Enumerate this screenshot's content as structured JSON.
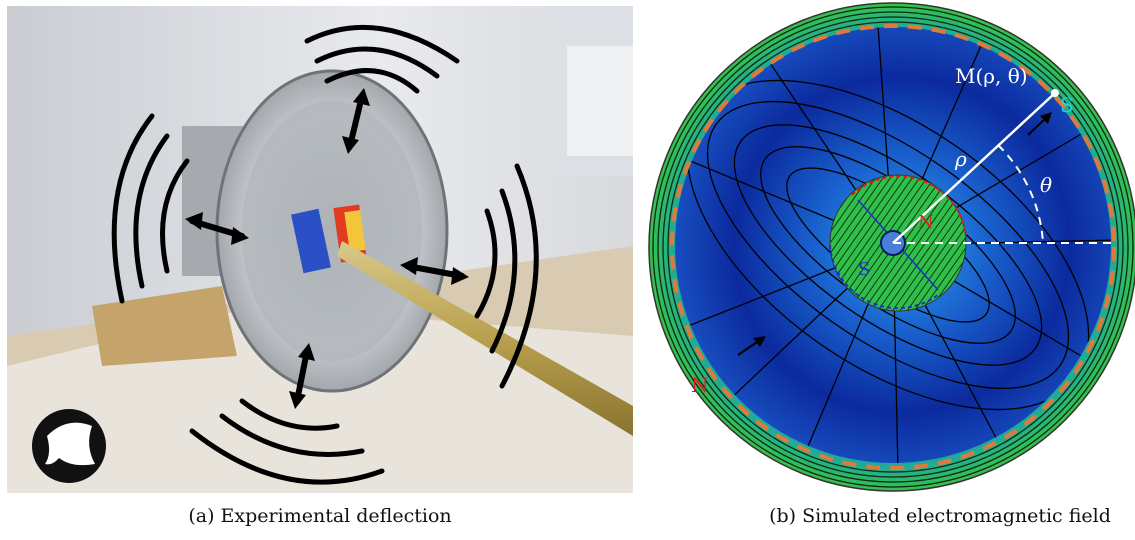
{
  "figure": {
    "panel_a": {
      "caption_prefix": "(a)",
      "caption": "Experimental deflection"
    },
    "panel_b": {
      "caption_prefix": "(b)",
      "caption": "Simulated electromagnetic field",
      "labels": {
        "point": "M(ρ, θ)",
        "rho": "ρ",
        "theta": "θ",
        "pole_outer_s": "S",
        "pole_outer_n": "N",
        "pole_inner_n": "N",
        "pole_inner_s": "S"
      },
      "colors": {
        "field_dark": "#0b2a9e",
        "field_light": "#2ea7e6",
        "coil_green": "#2fbf4a",
        "dashed_orange": "#e07a3a",
        "label_cyan": "#21d3e8",
        "label_red": "#e01b24"
      }
    }
  }
}
